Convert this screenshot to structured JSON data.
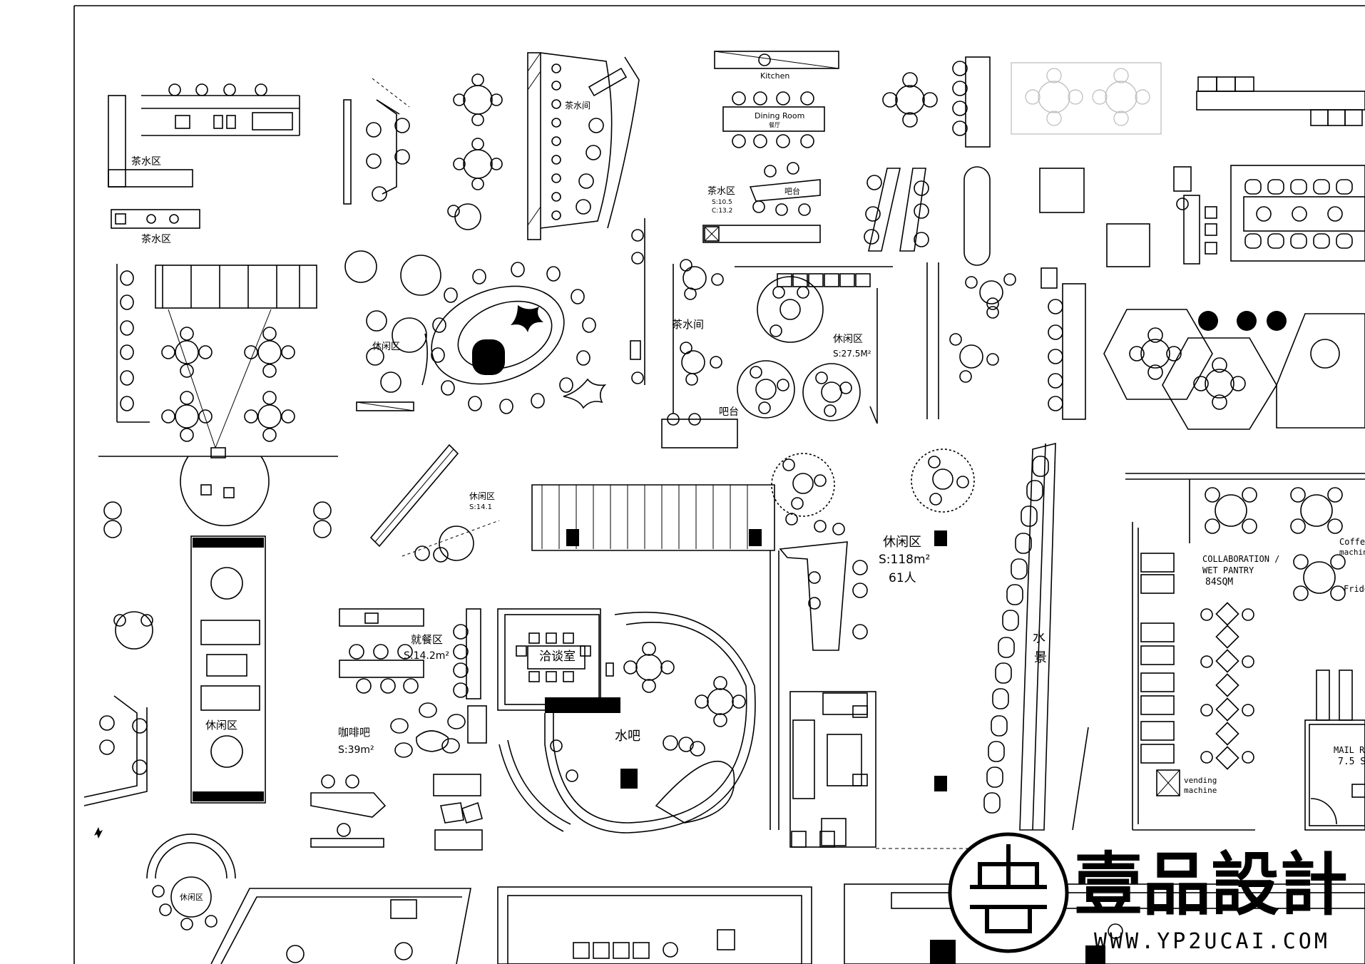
{
  "labels": {
    "tea1": "茶水区",
    "tea2": "茶水区",
    "tea_room": "茶水间",
    "kitchen": "Kitchen",
    "dining_room": "Dining Room",
    "dining_room_sub": "餐厅",
    "tea3": "茶水区",
    "tea3_s": "S:10.5",
    "tea3_c": "C:13.2",
    "bar1": "吧台",
    "tea4": "茶水间",
    "leisure1": "休闲区",
    "leisure1_area": "S:27.5M²",
    "bar2": "吧台",
    "leisure_tree": "休闲区",
    "leisure2": "休闲区",
    "leisure2_area": "S:14.1",
    "leisure3": "休闲区",
    "leisure3_area": "S:118m²",
    "leisure3_people": "61人",
    "dining_area": "就餐区",
    "dining_area_size": "S:14.2m²",
    "negotiation": "洽谈室",
    "water_bar": "水吧",
    "coffee_bar": "咖啡吧",
    "coffee_bar_area": "S:39m²",
    "leisure4": "休闲区",
    "leisure5": "休闲区",
    "water_feature_1": "水",
    "water_feature_2": "景",
    "collab_1": "COLLABORATION /",
    "collab_2": "WET PANTRY",
    "collab_3": "84SQM",
    "coffee_machine_1": "Coffe",
    "coffee_machine_2": "machin",
    "fridge": "Fridg",
    "vending_1": "vending",
    "vending_2": "machine",
    "mail_room_1": "MAIL RO",
    "mail_room_2": "7.5 S",
    "logo_text": "壹品設計",
    "logo_url": "WWW.YP2UCAI.COM"
  }
}
